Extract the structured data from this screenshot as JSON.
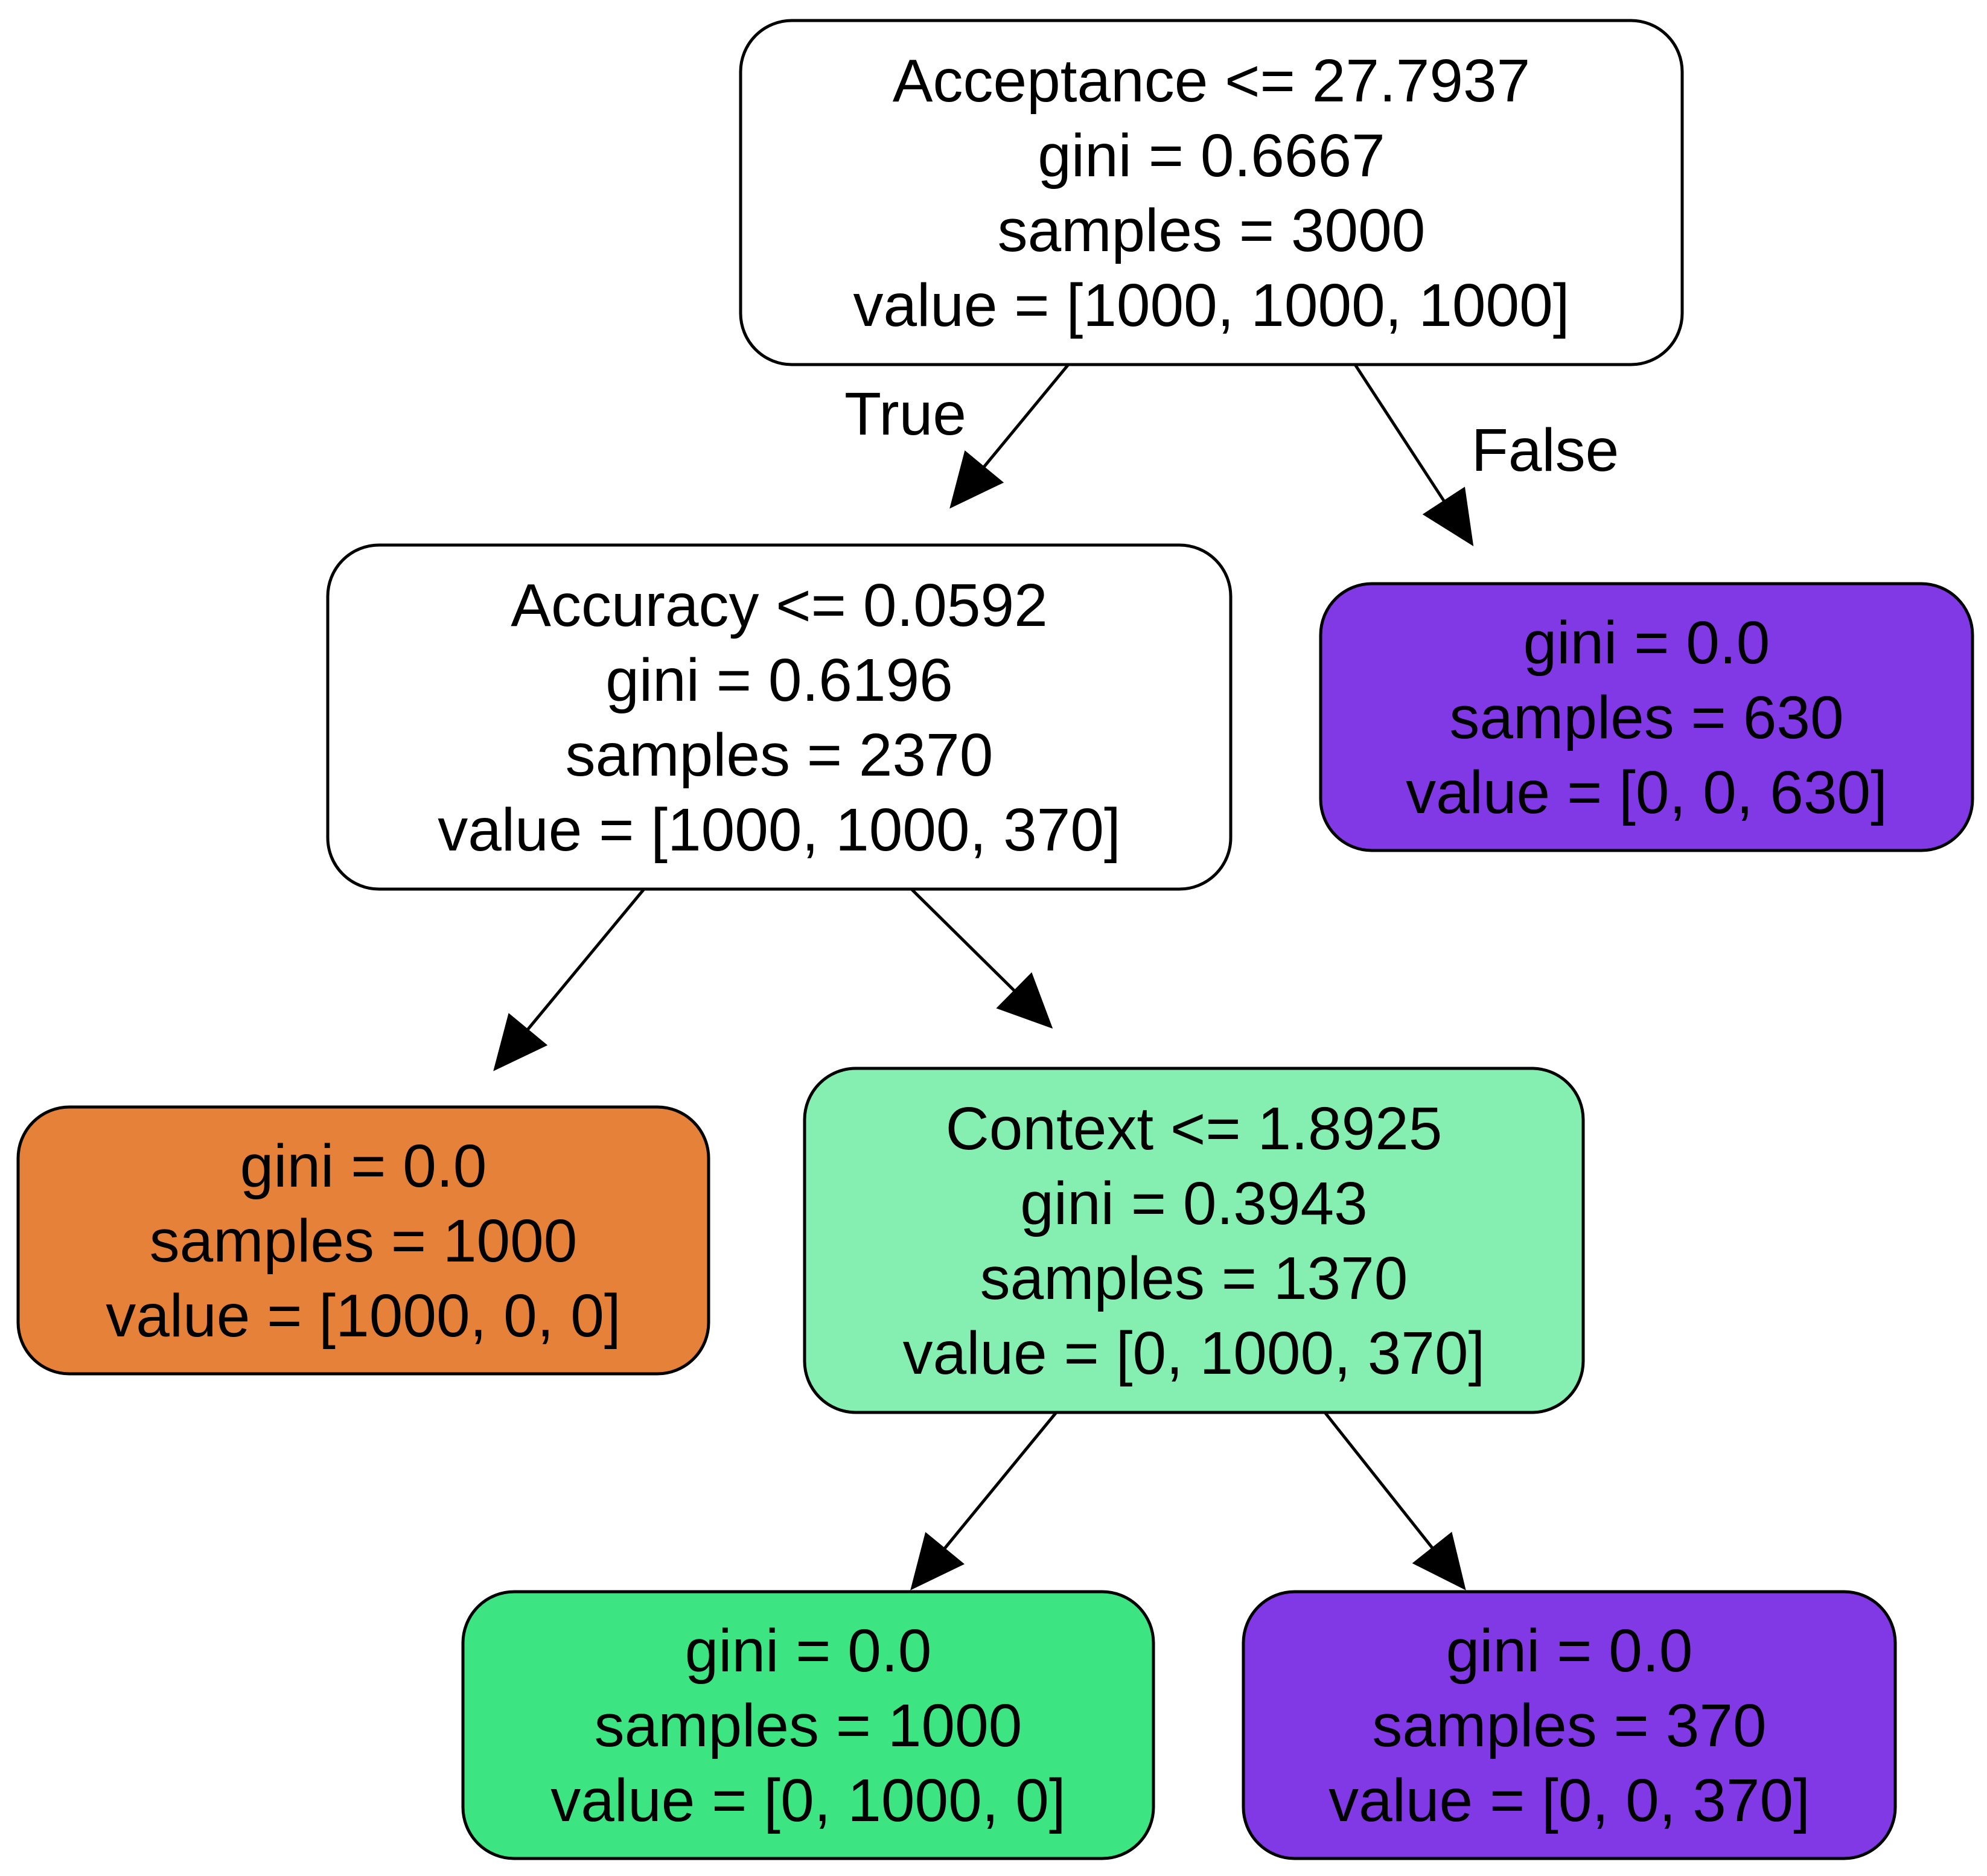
{
  "colors": {
    "internal_default": "#ffffff",
    "class_0": "#e58139",
    "class_1_light": "#84efb0",
    "class_1": "#3de582",
    "class_2": "#8139e5"
  },
  "nodes": [
    {
      "id": "root",
      "lines": [
        "Acceptance <= 27.7937",
        "gini = 0.6667",
        "samples = 3000",
        "value = [1000, 1000, 1000]"
      ],
      "fill": "#ffffff"
    },
    {
      "id": "n1",
      "lines": [
        "Accuracy <= 0.0592",
        "gini = 0.6196",
        "samples = 2370",
        "value = [1000, 1000, 370]"
      ],
      "fill": "#ffffff"
    },
    {
      "id": "n2",
      "lines": [
        "gini = 0.0",
        "samples = 630",
        "value = [0, 0, 630]"
      ],
      "fill": "#8139e5"
    },
    {
      "id": "n3",
      "lines": [
        "gini = 0.0",
        "samples = 1000",
        "value = [1000, 0, 0]"
      ],
      "fill": "#e58139"
    },
    {
      "id": "n4",
      "lines": [
        "Context <= 1.8925",
        "gini = 0.3943",
        "samples = 1370",
        "value = [0, 1000, 370]"
      ],
      "fill": "#84efb0"
    },
    {
      "id": "n5",
      "lines": [
        "gini = 0.0",
        "samples = 1000",
        "value = [0, 1000, 0]"
      ],
      "fill": "#3de582"
    },
    {
      "id": "n6",
      "lines": [
        "gini = 0.0",
        "samples = 370",
        "value = [0, 0, 370]"
      ],
      "fill": "#8139e5"
    }
  ],
  "edges": [
    {
      "from": "root",
      "to": "n1",
      "label": "True"
    },
    {
      "from": "root",
      "to": "n2",
      "label": "False"
    },
    {
      "from": "n1",
      "to": "n3",
      "label": ""
    },
    {
      "from": "n1",
      "to": "n4",
      "label": ""
    },
    {
      "from": "n4",
      "to": "n5",
      "label": ""
    },
    {
      "from": "n4",
      "to": "n6",
      "label": ""
    }
  ]
}
